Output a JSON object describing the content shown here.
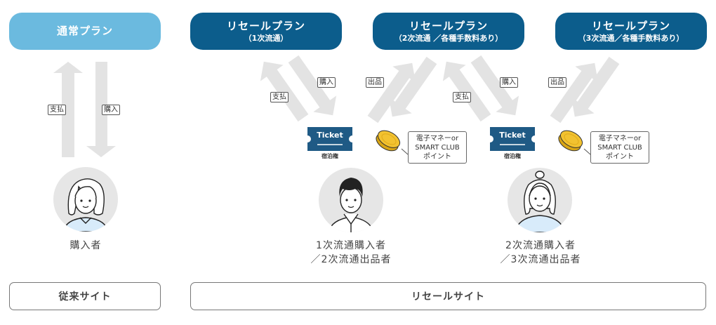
{
  "plans": [
    {
      "title": "通常プラン",
      "subtitle": ""
    },
    {
      "title": "リセールプラン",
      "subtitle": "（1次流通）"
    },
    {
      "title": "リセールプラン",
      "subtitle": "（2次流通 ／各種手数料あり）"
    },
    {
      "title": "リセールプラン",
      "subtitle": "（3次流通／各種手数料あり）"
    }
  ],
  "flow_labels": {
    "pay": "支払",
    "purchase": "購入",
    "sell": "出品"
  },
  "ticket": {
    "label": "Ticket",
    "caption": "宿泊権"
  },
  "payment_box": {
    "line1": "電子マネーor",
    "line2": "SMART CLUB",
    "line3": "ポイント"
  },
  "persons": [
    {
      "line1": "購入者",
      "line2": ""
    },
    {
      "line1": "1次流通購入者",
      "line2": "／2次流通出品者"
    },
    {
      "line1": "2次流通購入者",
      "line2": "／3次流通出品者"
    }
  ],
  "sites": {
    "legacy": "従来サイト",
    "resale": "リセールサイト"
  },
  "colors": {
    "normal_plan": "#6bbadf",
    "resale_plan": "#0c5d8c",
    "arrow": "#e3e3e3",
    "ticket": "#1f5a85",
    "coin": "#f2c230",
    "avatar_bg": "#e6e6e6"
  }
}
